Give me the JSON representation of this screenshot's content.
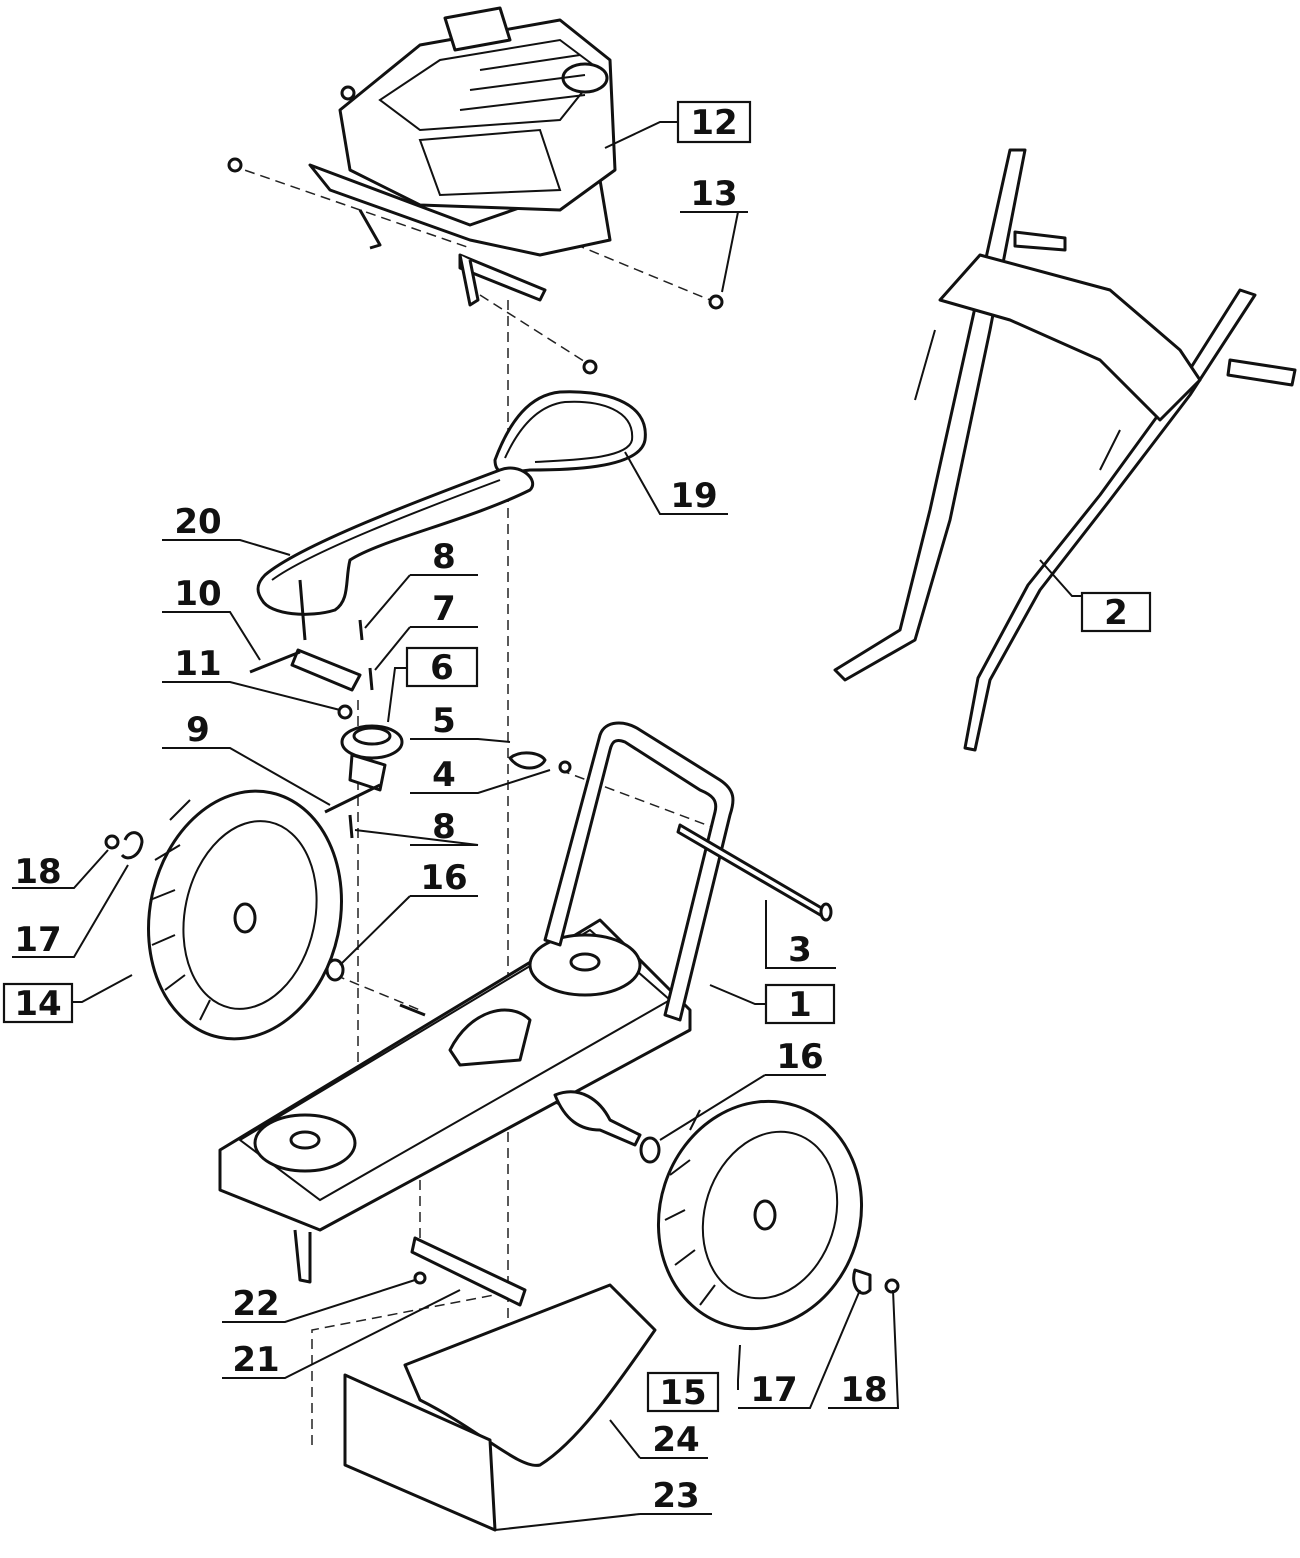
{
  "callouts": [
    {
      "id": "c12",
      "label": "12",
      "boxed": true
    },
    {
      "id": "c13",
      "label": "13",
      "boxed": false
    },
    {
      "id": "c2",
      "label": "2",
      "boxed": true
    },
    {
      "id": "c19",
      "label": "19",
      "boxed": false
    },
    {
      "id": "c20",
      "label": "20",
      "boxed": false
    },
    {
      "id": "c8a",
      "label": "8",
      "boxed": false
    },
    {
      "id": "c10",
      "label": "10",
      "boxed": false
    },
    {
      "id": "c7",
      "label": "7",
      "boxed": false
    },
    {
      "id": "c11",
      "label": "11",
      "boxed": false
    },
    {
      "id": "c6",
      "label": "6",
      "boxed": true
    },
    {
      "id": "c5",
      "label": "5",
      "boxed": false
    },
    {
      "id": "c9",
      "label": "9",
      "boxed": false
    },
    {
      "id": "c4",
      "label": "4",
      "boxed": false
    },
    {
      "id": "c8b",
      "label": "8",
      "boxed": false
    },
    {
      "id": "c18a",
      "label": "18",
      "boxed": false
    },
    {
      "id": "c16a",
      "label": "16",
      "boxed": false
    },
    {
      "id": "c17a",
      "label": "17",
      "boxed": false
    },
    {
      "id": "c3",
      "label": "3",
      "boxed": false
    },
    {
      "id": "c14",
      "label": "14",
      "boxed": true
    },
    {
      "id": "c1",
      "label": "1",
      "boxed": true
    },
    {
      "id": "c16b",
      "label": "16",
      "boxed": false
    },
    {
      "id": "c22",
      "label": "22",
      "boxed": false
    },
    {
      "id": "c21",
      "label": "21",
      "boxed": false
    },
    {
      "id": "c15",
      "label": "15",
      "boxed": true
    },
    {
      "id": "c17b",
      "label": "17",
      "boxed": false
    },
    {
      "id": "c18b",
      "label": "18",
      "boxed": false
    },
    {
      "id": "c24",
      "label": "24",
      "boxed": false
    },
    {
      "id": "c23",
      "label": "23",
      "boxed": false
    }
  ],
  "colors": {
    "ink": "#111111",
    "paper": "#ffffff"
  }
}
